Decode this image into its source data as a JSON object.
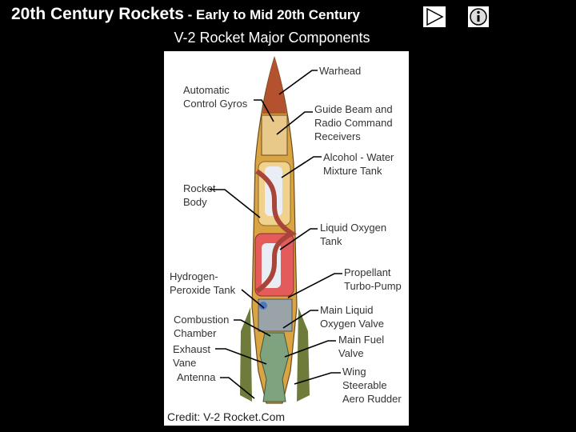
{
  "header": {
    "title_main": "20th Century Rockets",
    "title_sub": " - Early to Mid 20th Century",
    "subtitle": "V-2 Rocket Major Components"
  },
  "nav": {
    "play_icon": "play-triangle-icon",
    "info_icon": "info-icon"
  },
  "labels": {
    "warhead": "Warhead",
    "gyros": "Automatic\nControl Gyros",
    "guide_beam": "Guide Beam and\nRadio Command\nReceivers",
    "alcohol": "Alcohol - Water\nMixture Tank",
    "body": "Rocket\nBody",
    "lox": "Liquid Oxygen\nTank",
    "hydrogen": "Hydrogen-\nPeroxide Tank",
    "turbo": "Propellant\nTurbo-Pump",
    "combustion": "Combustion\nChamber",
    "lox_valve": "Main Liquid\nOxygen Valve",
    "exhaust": "Exhaust\nVane",
    "fuel_valve": "Main Fuel\nValve",
    "antenna": "Antenna",
    "wing": "Wing\nSteerable\nAero Rudder"
  },
  "credit": "Credit: V-2 Rocket.Com",
  "colors": {
    "background": "#000000",
    "panel": "#ffffff",
    "body": "#d9a441",
    "lox_tank": "#e35b5b",
    "fins": "#6f7b3a"
  }
}
